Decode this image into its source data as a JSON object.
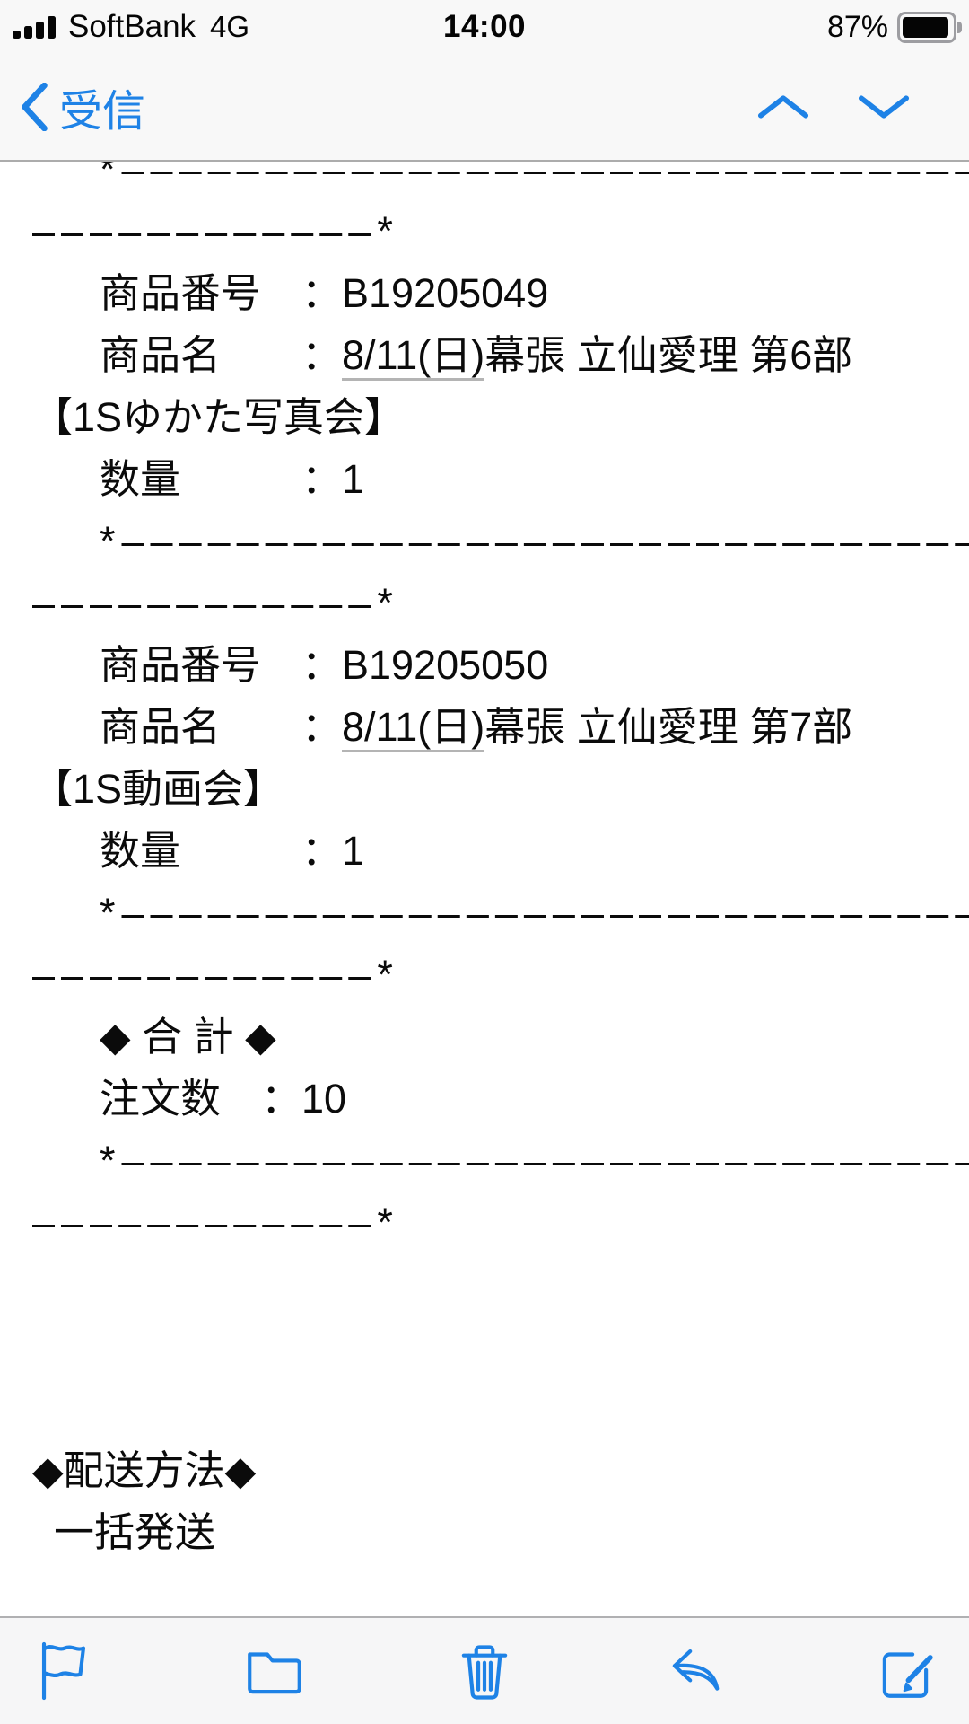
{
  "colors": {
    "accent_blue": "#1e82e6",
    "chrome_bg": "#f8f8f8",
    "body_bg": "#ffffff",
    "text": "#0b0b0b",
    "dd_underline": "#b4b4b4"
  },
  "status_bar": {
    "carrier": "SoftBank",
    "network": "4G",
    "time": "14:00",
    "battery_percent": "87%",
    "signal_icon": "signal-strength-4-bars",
    "battery_icon": "battery-85-filled"
  },
  "nav_bar": {
    "back_label": "受信",
    "back_icon": "chevron-left-icon",
    "prev_icon": "chevron-up-icon",
    "next_icon": "chevron-down-icon"
  },
  "mail_body": {
    "lines": [
      {
        "cls": "ind sep clip",
        "text": "*–––––––––––––––––––––––––––––––"
      },
      {
        "cls": "sep",
        "text": "––––––––––––*"
      },
      {
        "cls": "ind",
        "text": "商品番号　：B19205049"
      },
      {
        "cls": "ind",
        "parts": [
          {
            "t": "商品名　　："
          },
          {
            "t": "8/11(日)",
            "u": 1
          },
          {
            "t": "幕張 立仙愛理 第6部"
          }
        ]
      },
      {
        "cls": "",
        "text": "【1Sゆかた写真会】"
      },
      {
        "cls": "ind",
        "text": "数量　　　：1"
      },
      {
        "cls": "ind sep",
        "text": "*–––––––––––––––––––––––––––––––"
      },
      {
        "cls": "sep",
        "text": "––––––––––––*"
      },
      {
        "cls": "ind",
        "text": "商品番号　：B19205050"
      },
      {
        "cls": "ind",
        "parts": [
          {
            "t": "商品名　　："
          },
          {
            "t": "8/11(日)",
            "u": 1
          },
          {
            "t": "幕張 立仙愛理 第7部"
          }
        ]
      },
      {
        "cls": "",
        "text": "【1S動画会】"
      },
      {
        "cls": "ind",
        "text": "数量　　　：1"
      },
      {
        "cls": "ind sep",
        "text": "*–––––––––––––––––––––––––––––––"
      },
      {
        "cls": "sep",
        "text": "––––––––––––*"
      },
      {
        "cls": "ind",
        "text": "◆ 合 計 ◆"
      },
      {
        "cls": "ind",
        "text": "注文数　：10"
      },
      {
        "cls": "ind sep",
        "text": "*–––––––––––––––––––––––––––––––"
      },
      {
        "cls": "sep",
        "text": "––––––––––––*"
      },
      {
        "cls": "",
        "text": " "
      },
      {
        "cls": "",
        "text": " "
      },
      {
        "cls": "",
        "text": " "
      },
      {
        "cls": "",
        "text": "◆配送方法◆"
      },
      {
        "cls": "ind-s",
        "text": "一括発送"
      }
    ]
  },
  "toolbar": {
    "icons": [
      "flag-icon",
      "folder-icon",
      "trash-icon",
      "reply-icon",
      "compose-icon"
    ]
  }
}
